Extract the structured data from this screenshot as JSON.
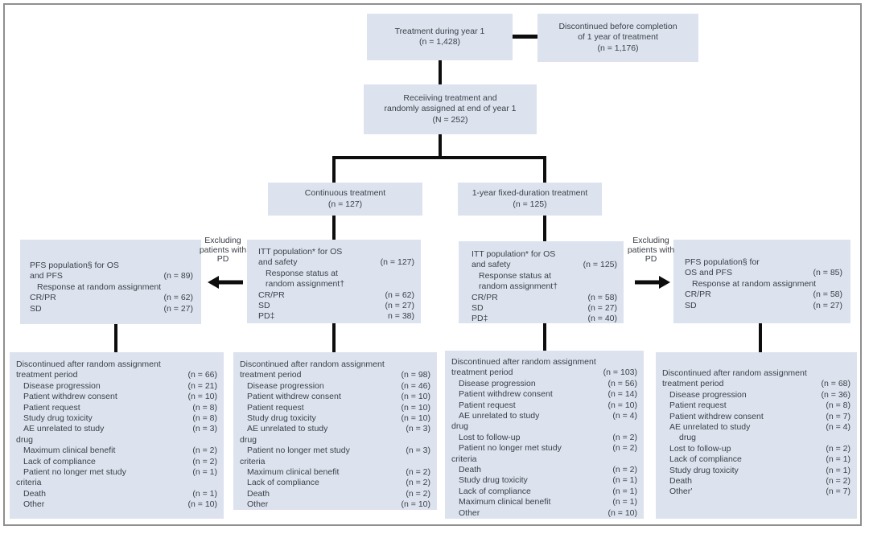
{
  "colors": {
    "box_fill": "#dce3ee",
    "line": "#0d0d0d",
    "frame_border": "#8f8f8f",
    "text": "#3c4148"
  },
  "labels": {
    "excluding_left": "Excluding patients with PD",
    "excluding_right": "Excluding patients with PD"
  },
  "icons": {
    "arrow_left": "thick-left-arrow",
    "arrow_right": "thick-right-arrow"
  },
  "nodes": {
    "treatment_year1": {
      "lines": [
        "Treatment during year 1",
        "(n = 1,428)"
      ]
    },
    "discontinued_before": {
      "lines": [
        "Discontinued before completion",
        "of 1 year of treatment",
        "(n = 1,176)"
      ]
    },
    "randomized": {
      "lines": [
        "Receiiving treatment and",
        "randomly assigned at end of year 1",
        "(N = 252)"
      ]
    },
    "continuous": {
      "lines": [
        "Continuous treatment",
        "(n = 127)"
      ]
    },
    "fixed_duration": {
      "lines": [
        "1-year fixed-duration treatment",
        "(n = 125)"
      ]
    },
    "itt_left": {
      "rows": [
        {
          "l": "ITT population* for OS"
        },
        {
          "l": "and safety",
          "v": "(n = 127)"
        },
        {
          "l": "Response status at",
          "i": 1
        },
        {
          "l": "random assignment†",
          "i": 1
        },
        {
          "l": "CR/PR",
          "v": "(n = 62)"
        },
        {
          "l": "SD",
          "v": "(n = 27)"
        },
        {
          "l": "PD‡",
          "v": "n = 38)"
        }
      ]
    },
    "itt_right": {
      "rows": [
        {
          "l": "ITT population* for OS"
        },
        {
          "l": "and safety",
          "v": "(n = 125)"
        },
        {
          "l": "Response status at",
          "i": 1
        },
        {
          "l": "random assignment†",
          "i": 1
        },
        {
          "l": "CR/PR",
          "v": "(n = 58)"
        },
        {
          "l": "SD",
          "v": "(n = 27)"
        },
        {
          "l": "PD‡",
          "v": "(n = 40)"
        }
      ]
    },
    "pfs_left": {
      "rows": [
        {
          "l": "PFS population§ for OS"
        },
        {
          "l": "and PFS",
          "v": "(n = 89)"
        },
        {
          "l": "Response at random assignment",
          "i": 1
        },
        {
          "l": "CR/PR",
          "v": "(n = 62)"
        },
        {
          "l": "SD",
          "v": "(n = 27)"
        }
      ]
    },
    "pfs_right": {
      "rows": [
        {
          "l": "PFS population§ for"
        },
        {
          "l": "OS and PFS",
          "v": "(n = 85)"
        },
        {
          "l": "Response at  random assignment",
          "i": 1
        },
        {
          "l": "CR/PR",
          "v": "(n = 58)"
        },
        {
          "l": "SD",
          "v": "(n = 27)"
        }
      ]
    },
    "disc_far_left": {
      "rows": [
        {
          "l": "Discontinued after random assignment"
        },
        {
          "l": "treatment period",
          "v": "(n = 66)"
        },
        {
          "l": "Disease progression",
          "v": "(n = 21)",
          "i": 1
        },
        {
          "l": "Patient withdrew consent",
          "v": "(n = 10)",
          "i": 1
        },
        {
          "l": "Patient request",
          "v": "(n = 8)",
          "i": 1
        },
        {
          "l": "Study drug toxicity",
          "v": "(n = 8)",
          "i": 1
        },
        {
          "l": "AE unrelated to study",
          "v": "(n = 3)",
          "i": 1
        },
        {
          "l": "drug"
        },
        {
          "l": "Maximum clinical benefit",
          "v": "(n = 2)",
          "i": 1
        },
        {
          "l": "Lack of compliance",
          "v": "(n = 2)",
          "i": 1
        },
        {
          "l": "Patient no longer met study",
          "v": "(n = 1)",
          "i": 1
        },
        {
          "l": "criteria"
        },
        {
          "l": "Death",
          "v": "(n = 1)",
          "i": 1
        },
        {
          "l": "Other",
          "v": "(n = 10)",
          "i": 1
        }
      ]
    },
    "disc_mid_left": {
      "rows": [
        {
          "l": "Discontinued after random assignment"
        },
        {
          "l": "treatment period",
          "v": "(n = 98)"
        },
        {
          "l": "Disease progression",
          "v": "(n = 46)",
          "i": 1
        },
        {
          "l": "Patient withdrew consent",
          "v": "(n = 10)",
          "i": 1
        },
        {
          "l": "Patient request",
          "v": "(n = 10)",
          "i": 1
        },
        {
          "l": "Study drug toxicity",
          "v": "(n = 10)",
          "i": 1
        },
        {
          "l": "AE unrelated to study",
          "v": "(n = 3)",
          "i": 1
        },
        {
          "l": "drug"
        },
        {
          "l": "Patient no longer met study",
          "v": "(n = 3)",
          "i": 1
        },
        {
          "l": "criteria"
        },
        {
          "l": "Maximum clinical benefit",
          "v": "(n = 2)",
          "i": 1
        },
        {
          "l": "Lack of compliance",
          "v": "(n = 2)",
          "i": 1
        },
        {
          "l": "Death",
          "v": "(n = 2)",
          "i": 1
        },
        {
          "l": "Other",
          "v": "(n = 10)",
          "i": 1
        }
      ]
    },
    "disc_mid_right": {
      "rows": [
        {
          "l": "Discontinued after random assignment"
        },
        {
          "l": "treatment period",
          "v": "(n = 103)"
        },
        {
          "l": "Disease progression",
          "v": "(n = 56)",
          "i": 1
        },
        {
          "l": "Patient withdrew consent",
          "v": "(n = 14)",
          "i": 1
        },
        {
          "l": "Patient request",
          "v": "(n = 10)",
          "i": 1
        },
        {
          "l": "AE unrelated to study",
          "v": "(n = 4)",
          "i": 1
        },
        {
          "l": "drug"
        },
        {
          "l": "Lost to follow-up",
          "v": "(n = 2)",
          "i": 1
        },
        {
          "l": "Patient no longer met study",
          "v": "(n = 2)",
          "i": 1
        },
        {
          "l": "criteria"
        },
        {
          "l": "Death",
          "v": "(n = 2)",
          "i": 1
        },
        {
          "l": "Study drug toxicity",
          "v": "(n = 1)",
          "i": 1
        },
        {
          "l": "Lack of compliance",
          "v": "(n = 1)",
          "i": 1
        },
        {
          "l": "Maximum clinical benefit",
          "v": "(n = 1)",
          "i": 1
        },
        {
          "l": "Other",
          "v": "(n = 10)",
          "i": 1
        }
      ]
    },
    "disc_far_right": {
      "rows": [
        {
          "l": "Discontinued after random assignment"
        },
        {
          "l": "treatment period",
          "v": "(n = 68)"
        },
        {
          "l": "Disease progression",
          "v": "(n = 36)",
          "i": 1
        },
        {
          "l": "Patient request",
          "v": "(n = 8)",
          "i": 1
        },
        {
          "l": "Patient withdrew consent",
          "v": "(n = 7)",
          "i": 1
        },
        {
          "l": "AE unrelated to study",
          "v": "(n = 4)",
          "i": 1
        },
        {
          "l": "drug",
          "i": 2
        },
        {
          "l": "Lost to follow-up",
          "v": "(n = 2)",
          "i": 1
        },
        {
          "l": "Lack of compliance",
          "v": "(n = 1)",
          "i": 1
        },
        {
          "l": "Study drug toxicity",
          "v": "(n = 1)",
          "i": 1
        },
        {
          "l": "Death",
          "v": "(n = 2)",
          "i": 1
        },
        {
          "l": "Other′",
          "v": "(n = 7)",
          "i": 1
        }
      ]
    }
  }
}
